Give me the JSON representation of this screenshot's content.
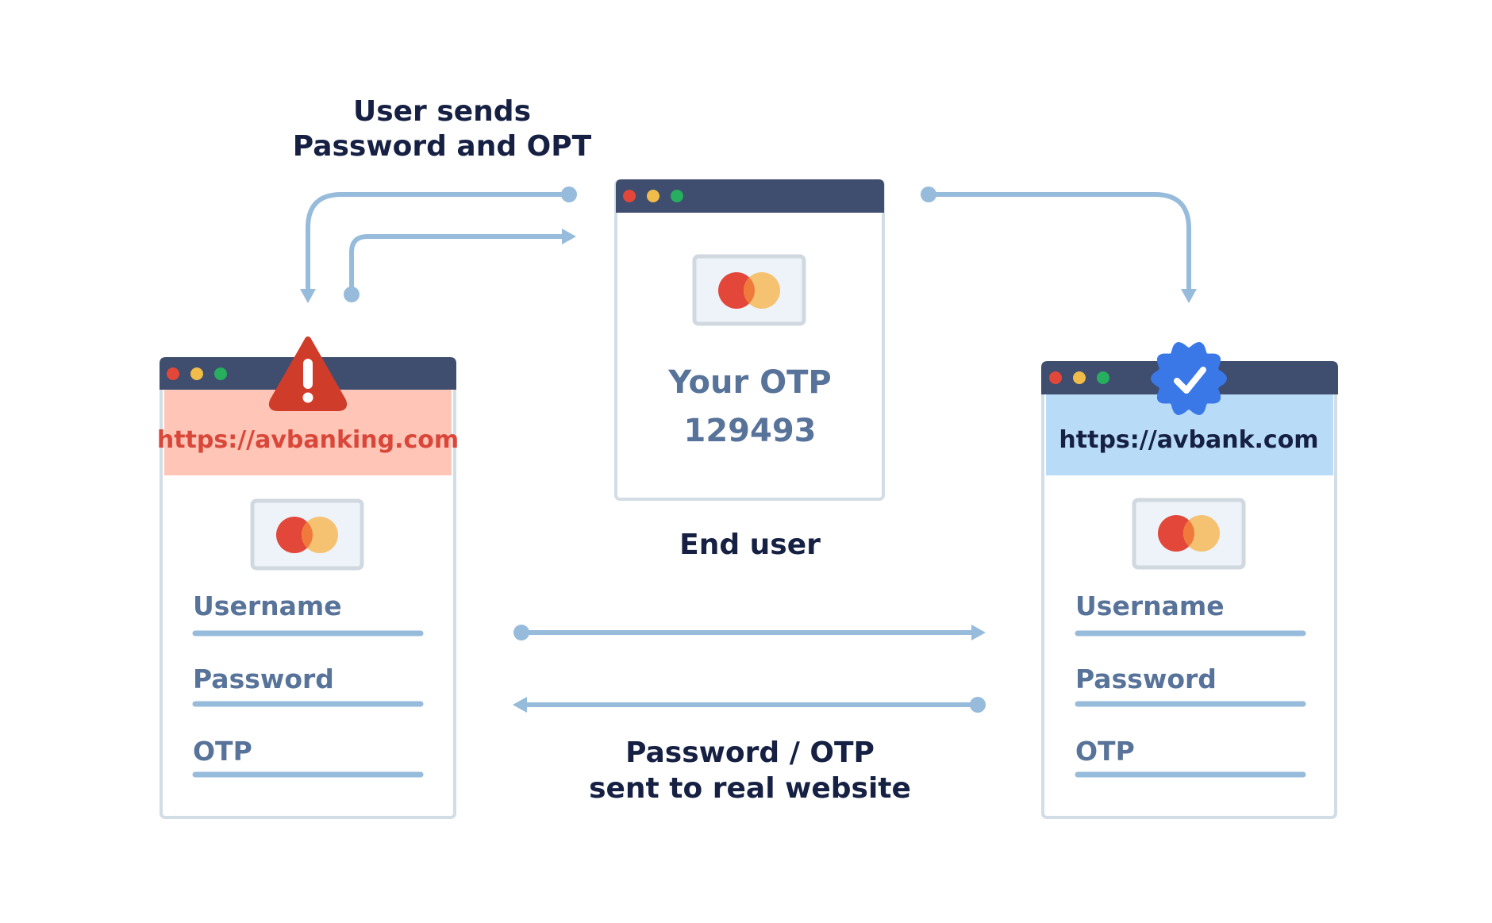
{
  "top_label": {
    "line1": "User sends",
    "line2": "Password and OPT"
  },
  "end_user": {
    "otp_title": "Your OTP",
    "otp_code": "129493",
    "caption": "End user"
  },
  "fake_site": {
    "url_prefix": "https://",
    "url_domain": "avbanking",
    "url_suffix": ".com",
    "fields": {
      "username": "Username",
      "password": "Password",
      "otp": "OTP"
    }
  },
  "real_site": {
    "url_prefix": "https://",
    "url_domain": "avbank",
    "url_suffix": ".com",
    "fields": {
      "username": "Username",
      "password": "Password",
      "otp": "OTP"
    }
  },
  "bottom_label": {
    "line1": "Password / OTP",
    "line2": "sent to real website"
  },
  "colors": {
    "title_bar": "#3f4d6e",
    "dot_red": "#e2473a",
    "dot_yellow": "#f0bc4a",
    "dot_green": "#27ae5f",
    "fake_url_bg": "#ffc5b6",
    "fake_url_text": "#d9473a",
    "real_url_bg": "#b8dbf7",
    "real_url_text": "#152043",
    "warning": "#cf3d2a",
    "verified": "#3a78e8",
    "arrow": "#97bbdb"
  },
  "icons": [
    "warning-triangle-icon",
    "verified-badge-icon",
    "card-logo-icon"
  ]
}
